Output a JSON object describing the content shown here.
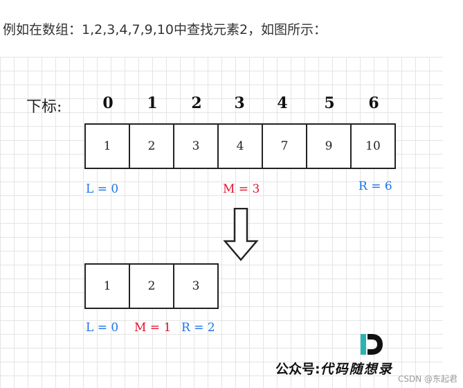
{
  "intro_text": "例如在数组：1,2,3,4,7,9,10中查找元素2，如图所示：",
  "index_label": "下标:",
  "indices": [
    "0",
    "1",
    "2",
    "3",
    "4",
    "5",
    "6"
  ],
  "array_full": [
    "1",
    "2",
    "3",
    "4",
    "7",
    "9",
    "10"
  ],
  "pointers_top": {
    "left": "L = 0",
    "mid": "M = 3",
    "right": "R = 6"
  },
  "array_sub": [
    "1",
    "2",
    "3"
  ],
  "pointers_bottom": {
    "left": "L = 0",
    "mid": "M = 1",
    "right": "R = 2"
  },
  "colors": {
    "left_right": "#1a73e8",
    "mid": "#e8112d",
    "logo_teal": "#2bb3b3"
  },
  "brand": {
    "prefix": "公众号:",
    "name": "代码随想录"
  },
  "watermark": "CSDN @东起君"
}
